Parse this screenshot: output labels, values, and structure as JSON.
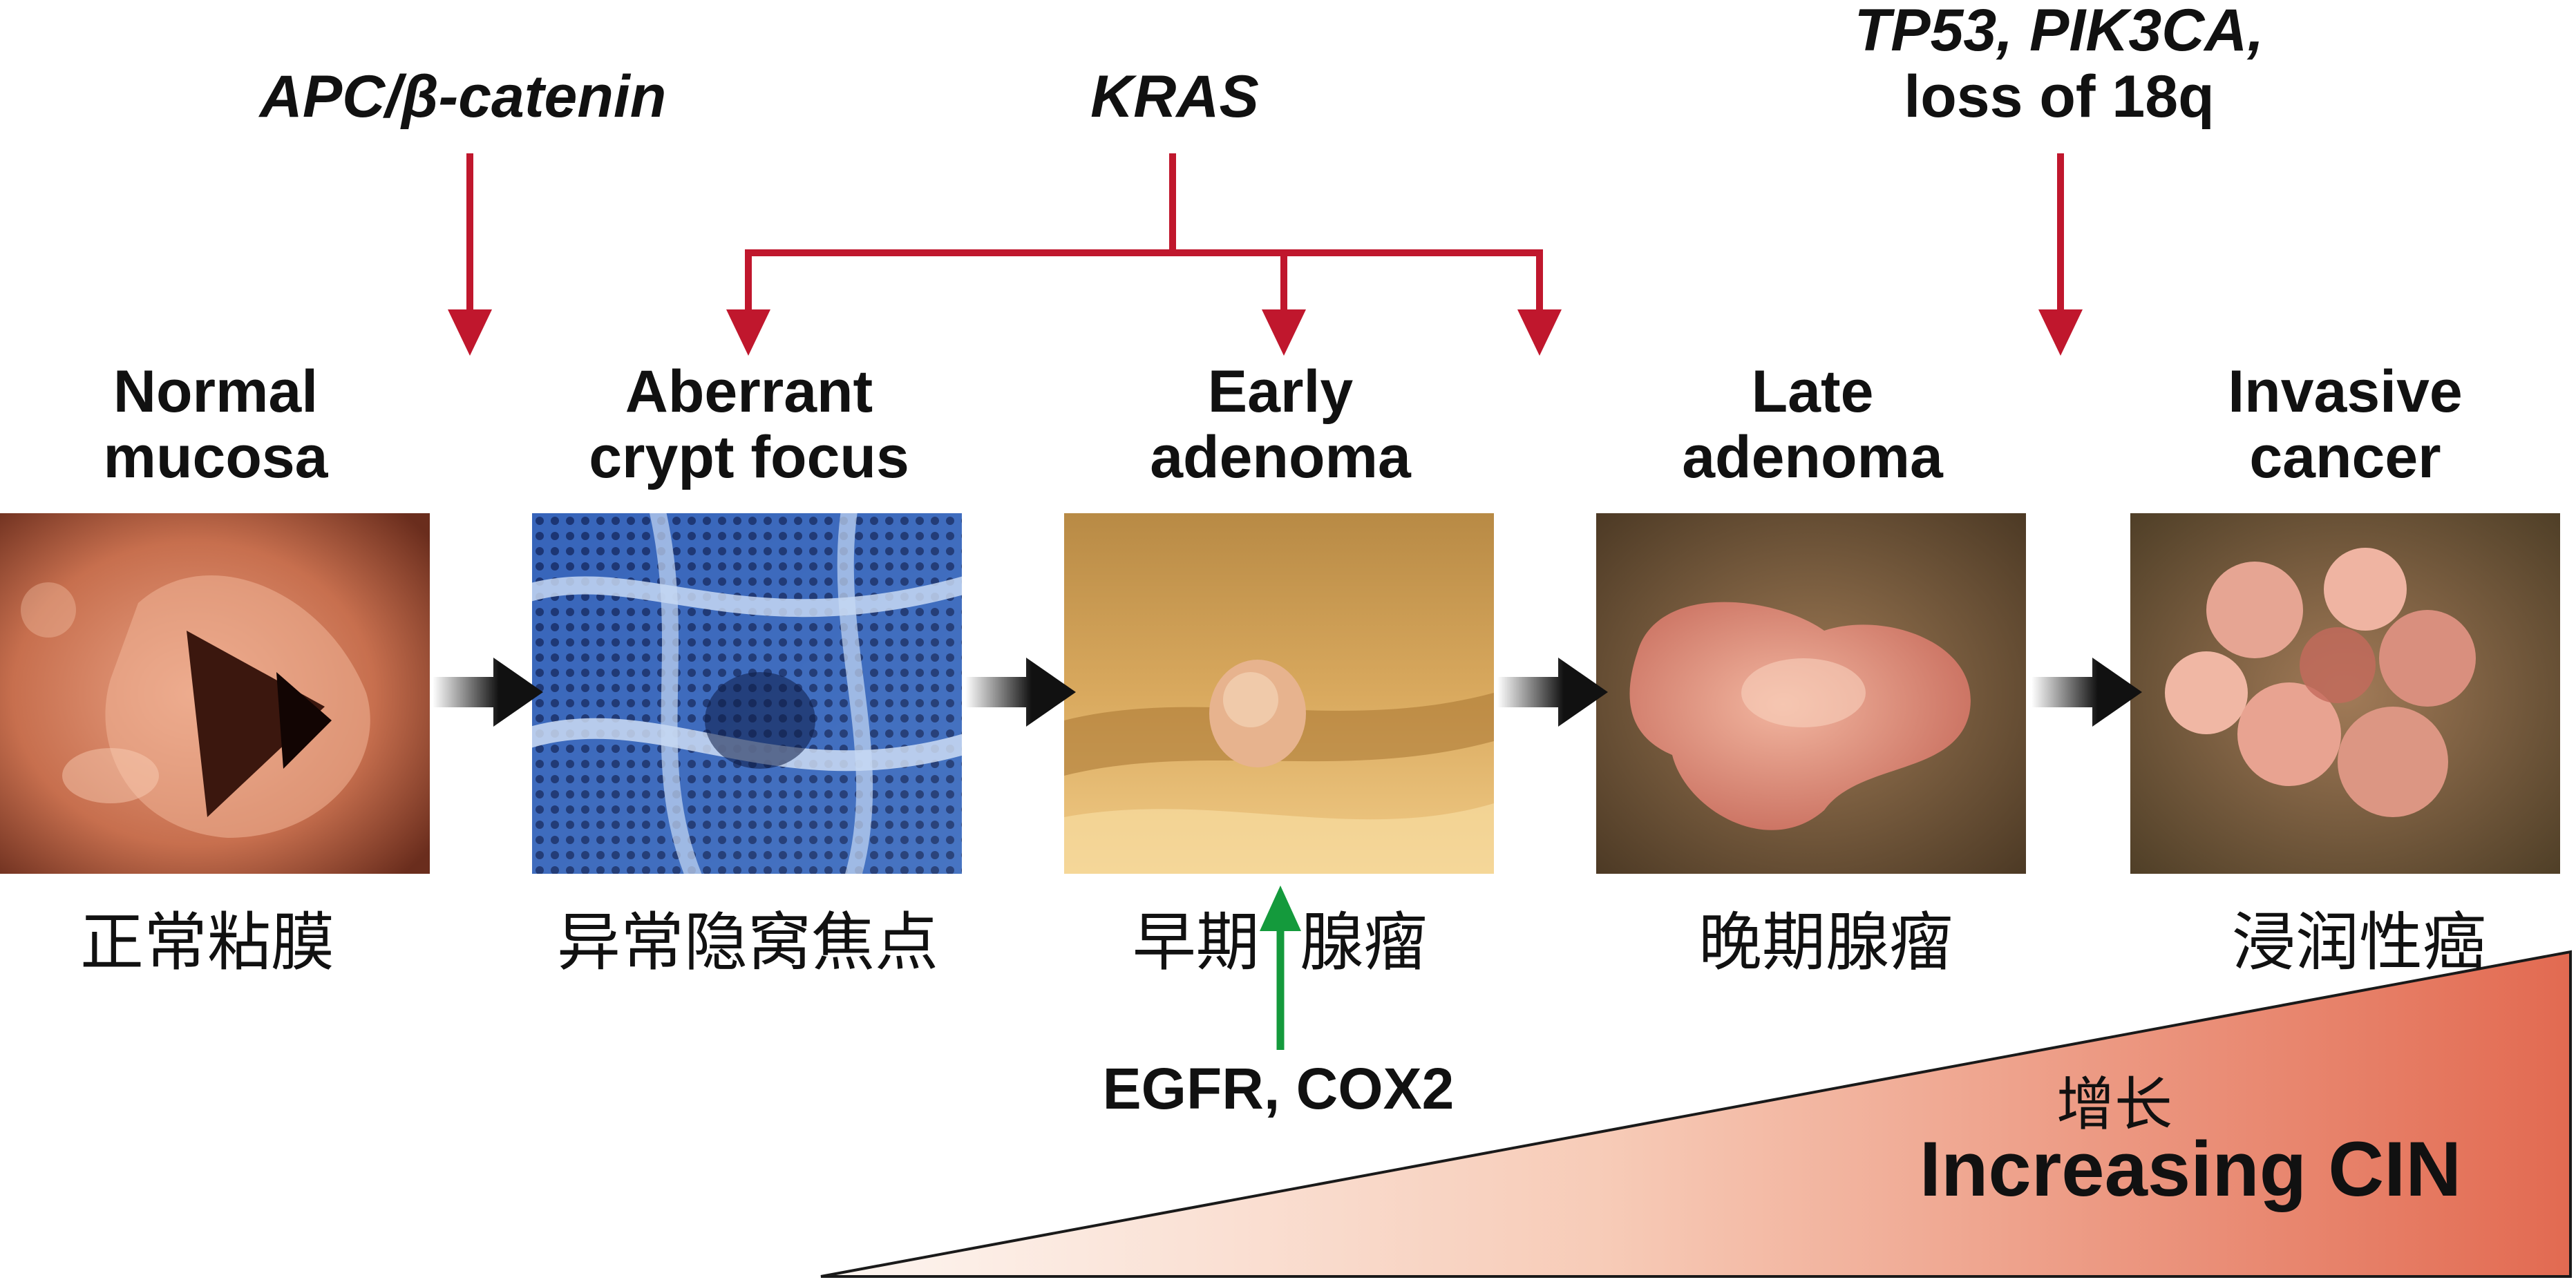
{
  "genes": {
    "apc": "APC/β-catenin",
    "kras": "KRAS",
    "tp53_line1": "TP53, PIK3CA,",
    "tp53_line2": "loss of 18q"
  },
  "stages": [
    {
      "line1": "Normal",
      "line2": "mucosa",
      "chinese": "正常粘膜"
    },
    {
      "line1": "Aberrant",
      "line2": "crypt focus",
      "chinese": "异常隐窝焦点"
    },
    {
      "line1": "Early",
      "line2": "adenoma",
      "chinese": "早期  腺瘤"
    },
    {
      "line1": "Late",
      "line2": "adenoma",
      "chinese": "晚期腺瘤"
    },
    {
      "line1": "Invasive",
      "line2": "cancer",
      "chinese": "浸润性癌"
    }
  ],
  "factor": "EGFR, COX2",
  "cin": {
    "chinese": "增长",
    "english": "Increasing CIN"
  },
  "colors": {
    "red_arrow": "#c0172d",
    "green_arrow": "#149a3c",
    "wedge_light": "#fdf1ea",
    "wedge_dark": "#e4765d"
  },
  "icons": [
    "chevron-arrow-icon",
    "down-arrow-icon",
    "up-arrow-icon"
  ]
}
